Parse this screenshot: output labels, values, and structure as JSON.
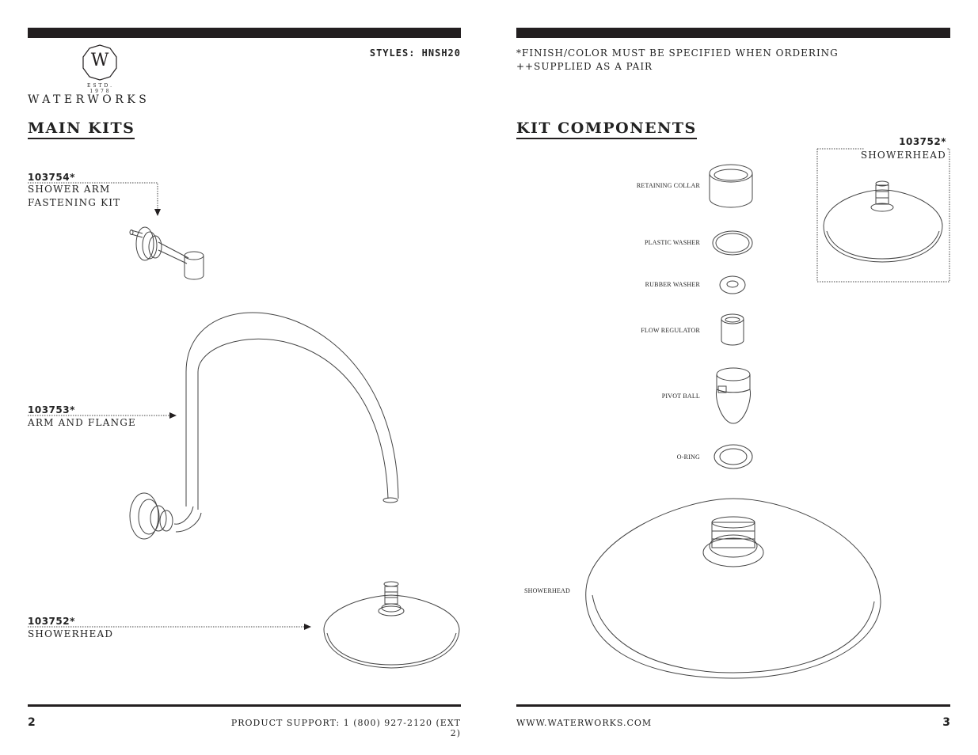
{
  "left_page": {
    "brand_name": "WATERWORKS",
    "brand_estd": "ESTD. 1978",
    "brand_monogram": "W",
    "styles_label": "STYLES: HNSH20",
    "heading": "MAIN KITS",
    "kits": [
      {
        "part": "103754*",
        "desc_lines": [
          "SHOWER ARM",
          "FASTENING KIT"
        ]
      },
      {
        "part": "103753*",
        "desc_lines": [
          "ARM AND FLANGE"
        ]
      },
      {
        "part": "103752*",
        "desc_lines": [
          "SHOWERHEAD"
        ]
      }
    ],
    "page_number": "2",
    "footer_text": "PRODUCT SUPPORT: 1 (800) 927-2120 (EXT 2)"
  },
  "right_page": {
    "notes": [
      "*FINISH/COLOR MUST BE SPECIFIED WHEN ORDERING",
      "++SUPPLIED AS A PAIR"
    ],
    "heading": "KIT COMPONENTS",
    "kit_box": {
      "part": "103752*",
      "desc": "SHOWERHEAD"
    },
    "components": [
      "RETAINING COLLAR",
      "PLASTIC WASHER",
      "RUBBER WASHER",
      "FLOW REGULATOR",
      "PIVOT BALL",
      "O-RING",
      "SHOWERHEAD"
    ],
    "footer_text": "WWW.WATERWORKS.COM",
    "page_number": "3"
  },
  "colors": {
    "ink": "#231f20",
    "line": "#444444"
  }
}
